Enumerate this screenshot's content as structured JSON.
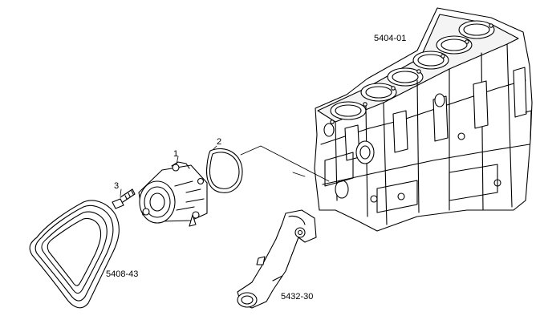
{
  "labels": {
    "engine_block": "5404-01",
    "water_pump": "1",
    "gasket": "2",
    "screw": "3",
    "drive_belt": "5408-43",
    "coolant_pipe": "5432-30"
  }
}
